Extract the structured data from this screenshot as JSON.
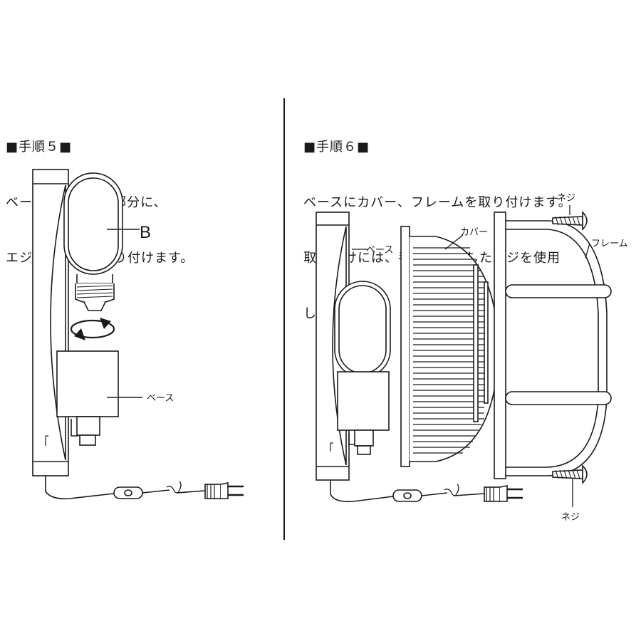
{
  "step5": {
    "heading": "■手順５■",
    "lines": [
      "ベースのソケット部分に、",
      "エジソン球Ｂを取り付けます。"
    ],
    "labels": {
      "bulb": "B",
      "base": "ベース"
    }
  },
  "step6": {
    "heading": "■手順６■",
    "lines": [
      "ベースにカバー、フレームを取り付けます。",
      "取り付けには、手順１で外したネジを使用",
      "してください。"
    ],
    "labels": {
      "screw_top": "ネジ",
      "cover": "カバー",
      "frame": "フレーム",
      "base": "ベース",
      "screw_bottom": "ネジ"
    }
  }
}
